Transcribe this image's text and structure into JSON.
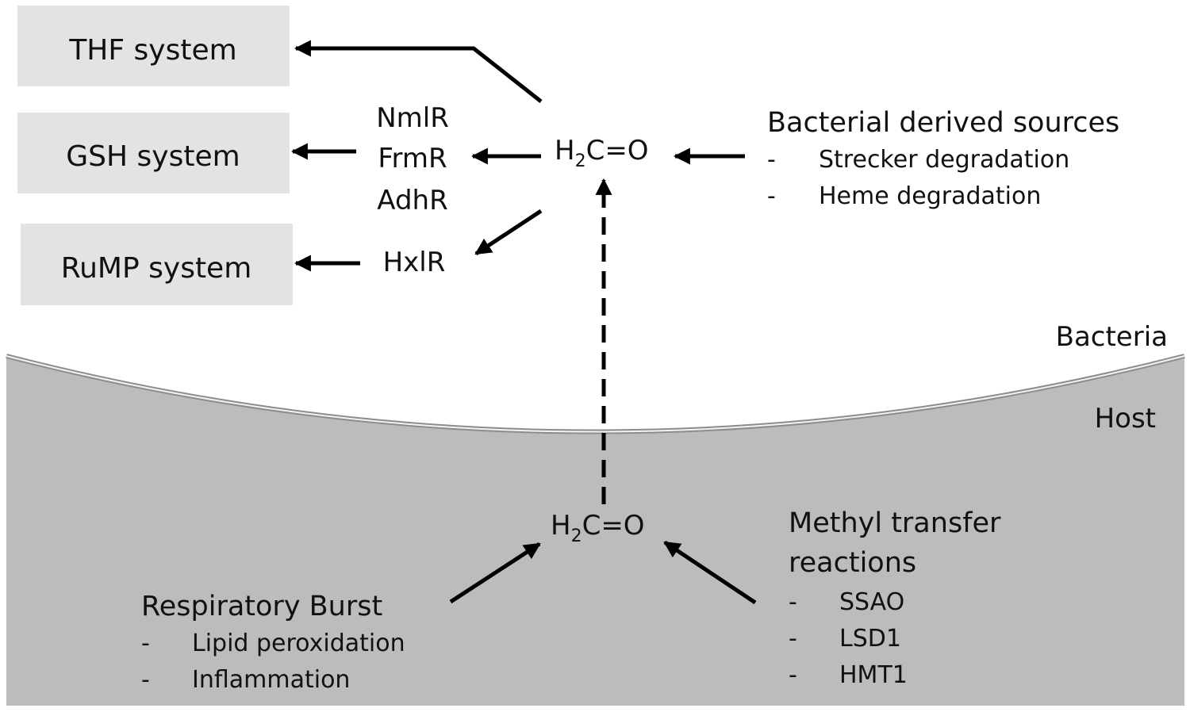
{
  "systems": {
    "thf": "THF system",
    "gsh": "GSH system",
    "rump": "RuMP system"
  },
  "regulators": [
    "NmlR",
    "FrmR",
    "AdhR"
  ],
  "rump_regulator": "HxlR",
  "formaldehyde": {
    "prefix": "H",
    "subscript": "2",
    "suffix": "C=O"
  },
  "bacterial_sources": {
    "title": "Bacterial derived sources",
    "items": [
      {
        "dash": "-",
        "text": "Strecker degradation"
      },
      {
        "dash": "-",
        "text": "Heme degradation"
      }
    ]
  },
  "regions": {
    "bacteria": "Bacteria",
    "host": "Host"
  },
  "respiratory_burst": {
    "title": "Respiratory Burst",
    "items": [
      {
        "dash": "-",
        "text": "Lipid peroxidation"
      },
      {
        "dash": "-",
        "text": "Inflammation"
      }
    ]
  },
  "methyl_transfer": {
    "title_line1": "Methyl transfer",
    "title_line2": "reactions",
    "items": [
      {
        "dash": "-",
        "text": "SSAO"
      },
      {
        "dash": "-",
        "text": "LSD1"
      },
      {
        "dash": "-",
        "text": "HMT1"
      }
    ]
  },
  "colors": {
    "box_fill": "#e3e3e3",
    "host_fill": "#bcbcbc",
    "boundary_line": "#8c8c8c",
    "arrow": "#000000"
  }
}
